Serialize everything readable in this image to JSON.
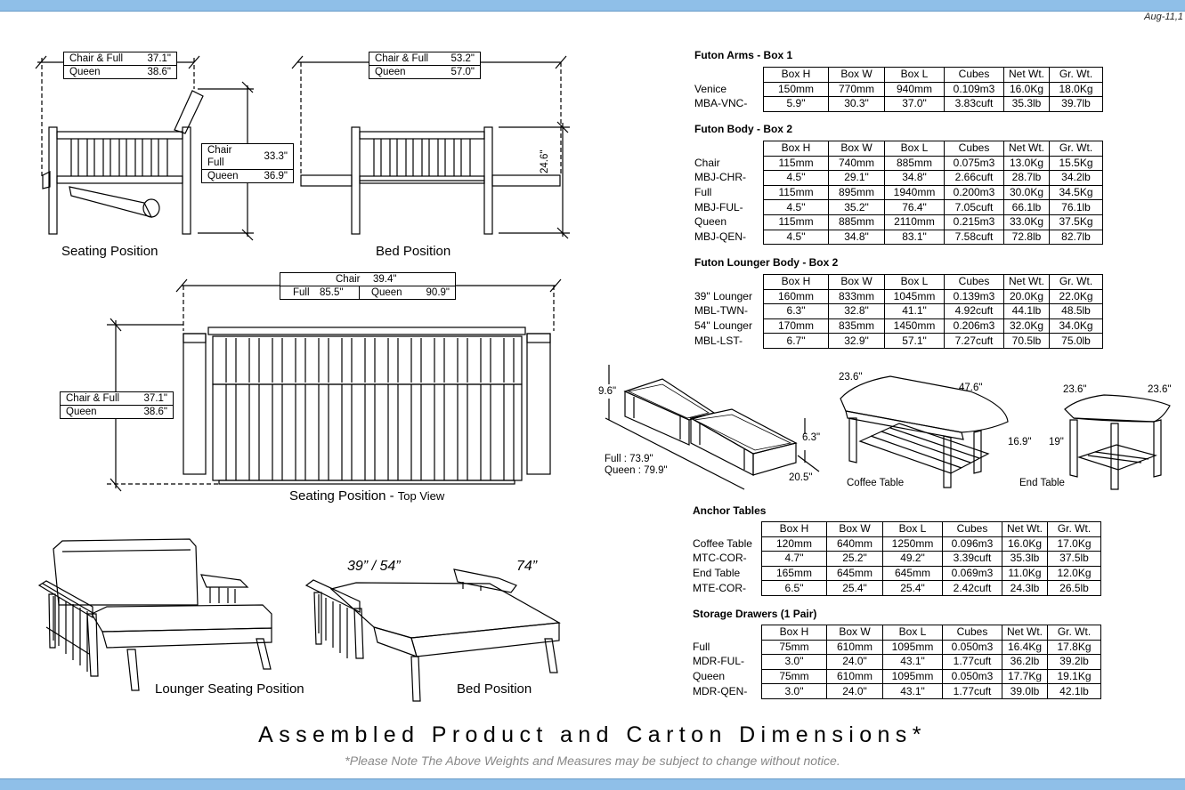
{
  "header": {
    "date": "Aug-11,1"
  },
  "drawings": {
    "seating_label": "Seating Position",
    "bed_label": "Bed Position",
    "topview_label_main": "Seating Position - ",
    "topview_label_sub": "Top View",
    "lounger_seating_label": "Lounger Seating Position",
    "lounger_bed_label": "Bed Position",
    "lounger_width": "39” / 54”",
    "lounger_length": "74”",
    "seat_width_box": {
      "r1": "Chair & Full",
      "v1": "37.1\"",
      "r2": "Queen",
      "v2": "38.6\""
    },
    "bed_width_box": {
      "r1": "Chair & Full",
      "v1": "53.2\"",
      "r2": "Queen",
      "v2": "57.0\""
    },
    "height_box": {
      "r1": "Chair",
      "r2": "Full",
      "r3": "Queen",
      "v12": "33.3\"",
      "v3": "36.9\""
    },
    "bed_height": "24.6\"",
    "top_box": {
      "chair": "Chair",
      "chair_v": "39.4\"",
      "full": "Full",
      "full_v": "85.5\"",
      "queen": "Queen",
      "queen_v": "90.9\""
    },
    "top_side_box": {
      "r1": "Chair & Full",
      "v1": "37.1\"",
      "r2": "Queen",
      "v2": "38.6\""
    },
    "drawer": {
      "h": "9.6\"",
      "d": "6.3\"",
      "w": "20.5\"",
      "full": "Full : 73.9\"",
      "queen": "Queen : 79.9\""
    },
    "coffee": {
      "w": "23.6\"",
      "l": "47.6\"",
      "h": "16.9\"",
      "label": "Coffee Table"
    },
    "end": {
      "w1": "23.6\"",
      "w2": "23.6\"",
      "h": "19\"",
      "label": "End Table"
    }
  },
  "table_headers": [
    "Box H",
    "Box W",
    "Box L",
    "Cubes",
    "Net Wt.",
    "Gr. Wt."
  ],
  "sections": [
    {
      "title": "Futon Arms - Box 1",
      "rows": [
        {
          "label": "Venice",
          "cells": [
            "150mm",
            "770mm",
            "940mm",
            "0.109m3",
            "16.0Kg",
            "18.0Kg"
          ]
        },
        {
          "label": "MBA-VNC-",
          "cells": [
            "5.9\"",
            "30.3\"",
            "37.0\"",
            "3.83cuft",
            "35.3lb",
            "39.7lb"
          ]
        }
      ]
    },
    {
      "title": "Futon Body - Box 2",
      "rows": [
        {
          "label": "Chair",
          "cells": [
            "115mm",
            "740mm",
            "885mm",
            "0.075m3",
            "13.0Kg",
            "15.5Kg"
          ]
        },
        {
          "label": "MBJ-CHR-",
          "cells": [
            "4.5\"",
            "29.1\"",
            "34.8\"",
            "2.66cuft",
            "28.7lb",
            "34.2lb"
          ]
        },
        {
          "label": "Full",
          "cells": [
            "115mm",
            "895mm",
            "1940mm",
            "0.200m3",
            "30.0Kg",
            "34.5Kg"
          ]
        },
        {
          "label": "MBJ-FUL-",
          "cells": [
            "4.5\"",
            "35.2\"",
            "76.4\"",
            "7.05cuft",
            "66.1lb",
            "76.1lb"
          ]
        },
        {
          "label": "Queen",
          "cells": [
            "115mm",
            "885mm",
            "2110mm",
            "0.215m3",
            "33.0Kg",
            "37.5Kg"
          ]
        },
        {
          "label": "MBJ-QEN-",
          "cells": [
            "4.5\"",
            "34.8\"",
            "83.1\"",
            "7.58cuft",
            "72.8lb",
            "82.7lb"
          ]
        }
      ]
    },
    {
      "title": "Futon Lounger Body - Box 2",
      "rows": [
        {
          "label": "39\" Lounger",
          "cells": [
            "160mm",
            "833mm",
            "1045mm",
            "0.139m3",
            "20.0Kg",
            "22.0Kg"
          ]
        },
        {
          "label": "MBL-TWN-",
          "cells": [
            "6.3\"",
            "32.8\"",
            "41.1\"",
            "4.92cuft",
            "44.1lb",
            "48.5lb"
          ]
        },
        {
          "label": "54\" Lounger",
          "cells": [
            "170mm",
            "835mm",
            "1450mm",
            "0.206m3",
            "32.0Kg",
            "34.0Kg"
          ]
        },
        {
          "label": "MBL-LST-",
          "cells": [
            "6.7\"",
            "32.9\"",
            "57.1\"",
            "7.27cuft",
            "70.5lb",
            "75.0lb"
          ]
        }
      ]
    },
    {
      "title": "Anchor Tables",
      "rows": [
        {
          "label": "Coffee Table",
          "cells": [
            "120mm",
            "640mm",
            "1250mm",
            "0.096m3",
            "16.0Kg",
            "17.0Kg"
          ]
        },
        {
          "label": "MTC-COR-",
          "cells": [
            "4.7\"",
            "25.2\"",
            "49.2\"",
            "3.39cuft",
            "35.3lb",
            "37.5lb"
          ]
        },
        {
          "label": "End Table",
          "cells": [
            "165mm",
            "645mm",
            "645mm",
            "0.069m3",
            "11.0Kg",
            "12.0Kg"
          ]
        },
        {
          "label": "MTE-COR-",
          "cells": [
            "6.5\"",
            "25.4\"",
            "25.4\"",
            "2.42cuft",
            "24.3lb",
            "26.5lb"
          ]
        }
      ]
    },
    {
      "title": "Storage Drawers (1 Pair)",
      "rows": [
        {
          "label": "Full",
          "cells": [
            "75mm",
            "610mm",
            "1095mm",
            "0.050m3",
            "16.4Kg",
            "17.8Kg"
          ]
        },
        {
          "label": "MDR-FUL-",
          "cells": [
            "3.0\"",
            "24.0\"",
            "43.1\"",
            "1.77cuft",
            "36.2lb",
            "39.2lb"
          ]
        },
        {
          "label": "Queen",
          "cells": [
            "75mm",
            "610mm",
            "1095mm",
            "0.050m3",
            "17.7Kg",
            "19.1Kg"
          ]
        },
        {
          "label": "MDR-QEN-",
          "cells": [
            "3.0\"",
            "24.0\"",
            "43.1\"",
            "1.77cuft",
            "39.0lb",
            "42.1lb"
          ]
        }
      ]
    }
  ],
  "footer": {
    "title": "Assembled Product and Carton Dimensions*",
    "note": "*Please Note The Above Weights and Measures may be subject to change without notice."
  }
}
